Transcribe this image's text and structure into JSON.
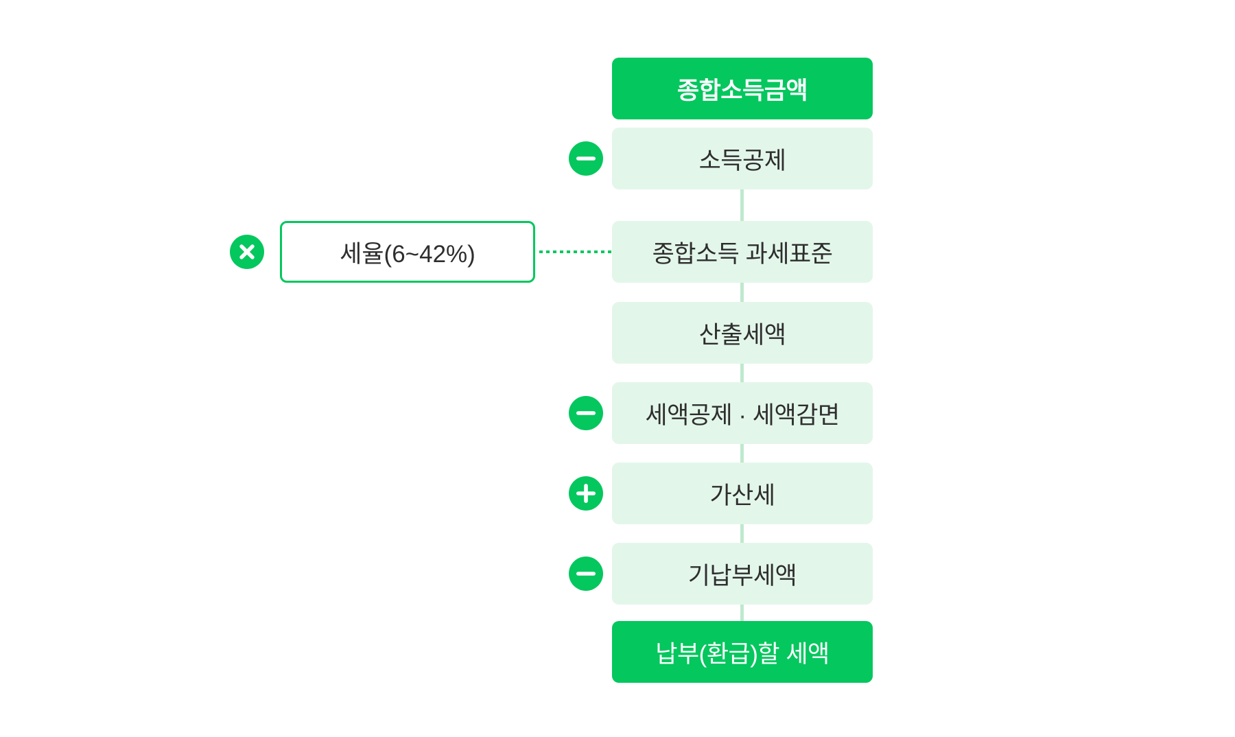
{
  "colors": {
    "accent_green": "#04C75E",
    "light_green_fill": "#E3F6EA",
    "connector_green": "#BEE9CE",
    "text_dark": "#2E2E2E",
    "solid_box_text": "#FFFFFF"
  },
  "flow": [
    {
      "label": "종합소득금액",
      "variant": "solid",
      "operator": null
    },
    {
      "label": "소득공제",
      "variant": "light",
      "operator": "minus"
    },
    {
      "label": "종합소득 과세표준",
      "variant": "light",
      "operator": null
    },
    {
      "label": "산출세액",
      "variant": "light",
      "operator": null
    },
    {
      "label": "세액공제 · 세액감면",
      "variant": "light",
      "operator": "minus"
    },
    {
      "label": "가산세",
      "variant": "light",
      "operator": "plus"
    },
    {
      "label": "기납부세액",
      "variant": "light",
      "operator": "minus"
    },
    {
      "label": "납부(환급)할 세액",
      "variant": "solid",
      "operator": null
    }
  ],
  "rate_box": {
    "label": "세율(6~42%)",
    "operator": "multiply",
    "connects_to": "종합소득 과세표준"
  }
}
